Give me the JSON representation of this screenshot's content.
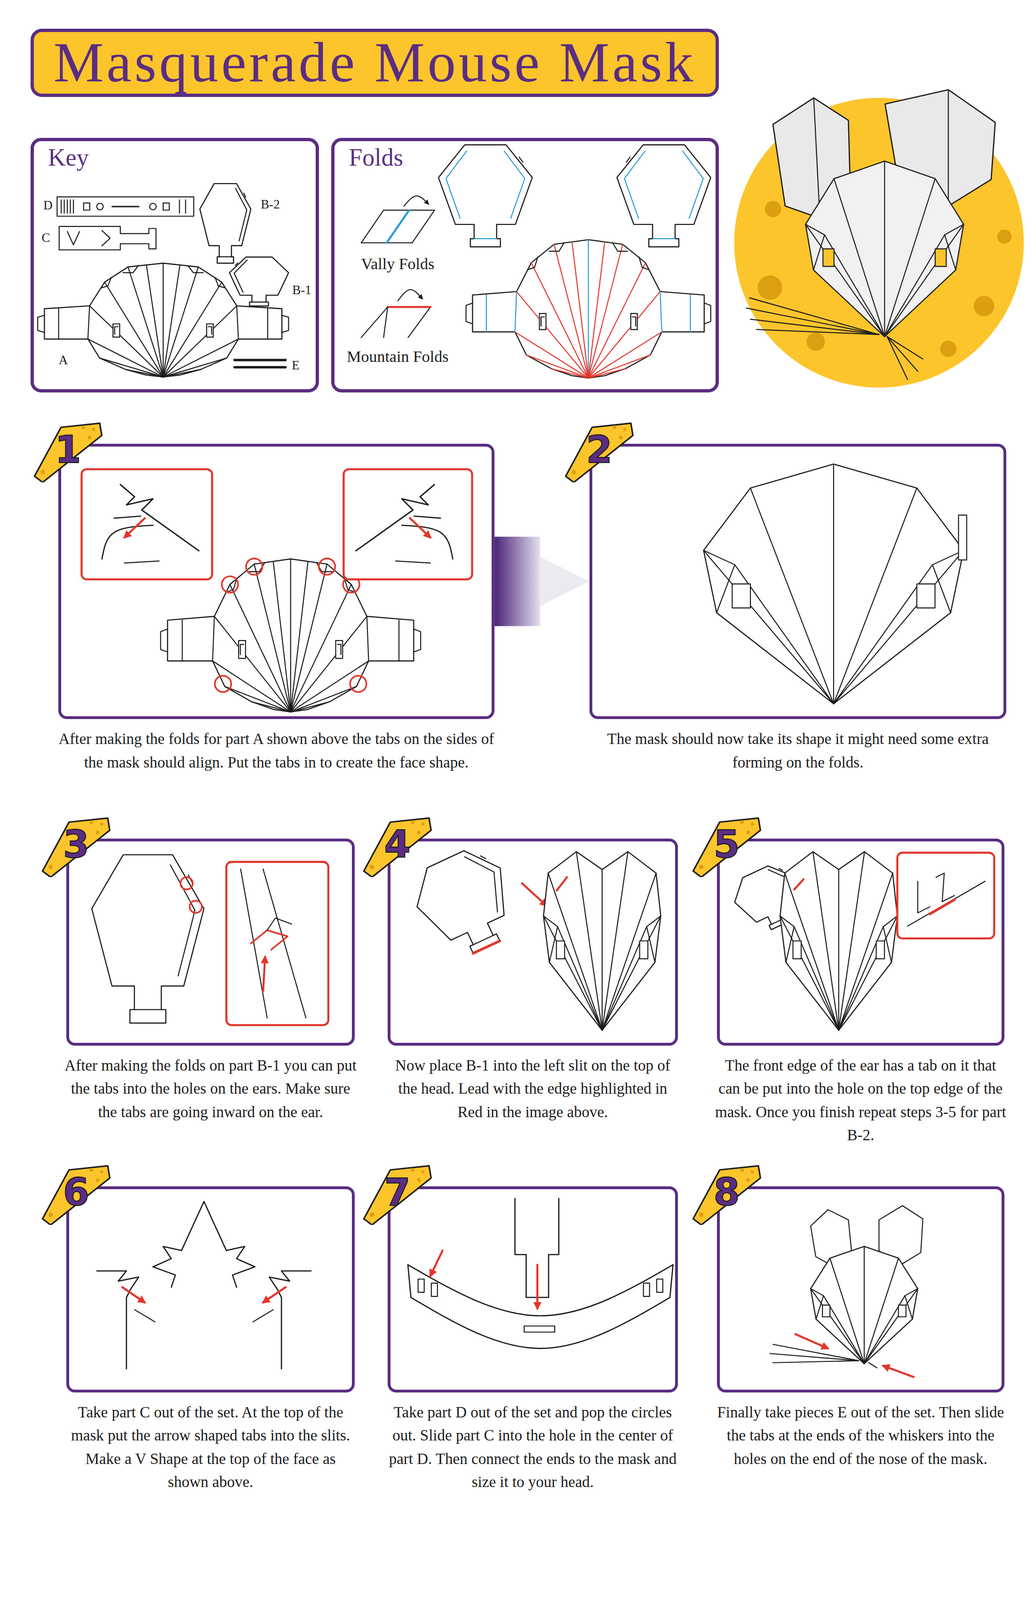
{
  "diagram": {
    "title": "Masquerade Mouse Mask",
    "nodes": [
      {
        "text": [
          "Key"
        ]
      },
      {
        "text": [
          "Folds"
        ]
      },
      {
        "text": [
          "1",
          "After making the folds for part A shown above the tabs on the sides of the mask should align. Put the tabs in to create the face shape."
        ]
      },
      {
        "text": [
          "2",
          "The mask should now take its shape it might need some extra forming on the folds."
        ]
      },
      {
        "text": [
          "3",
          "After making the folds on part B-1 you can put the tabs into the holes on the ears. Make sure the tabs are going inward on the ear."
        ]
      },
      {
        "text": [
          "4",
          "Now place B-1 into the left slit on the top of the head. Lead with the edge highlighted in Red in the image above."
        ]
      },
      {
        "text": [
          "5",
          "The front edge of the ear has a tab on it that can be put into the hole on the top edge of the mask. Once you finish repeat steps 3-5 for part B-2."
        ]
      },
      {
        "text": [
          "6",
          "Take part C out of the set. At the top of the mask put the arrow shaped tabs into the slits. Make a V Shape at the top of the face as shown above."
        ]
      },
      {
        "text": [
          "7",
          "Take part D out of the set and pop the circles out. Slide part C into the hole in the center of part D. Then connect the ends to the mask and size it to your head."
        ]
      },
      {
        "text": [
          "8",
          "Finally take pieces E out of the set. Then slide the tabs at the ends of the whiskers into the holes on the end of the nose of the mask."
        ]
      }
    ],
    "edges": [
      {
        "from": 2,
        "to": 3,
        "arrow": "to"
      }
    ],
    "labels": [
      "D",
      "C",
      "B-2",
      "B-1",
      "A",
      "E"
    ],
    "legend": [
      {
        "text": "Vally Folds"
      },
      {
        "text": "Mountain Folds"
      }
    ]
  }
}
